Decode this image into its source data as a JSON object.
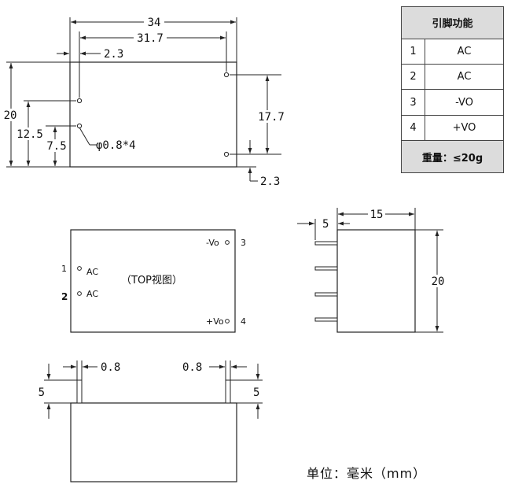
{
  "pin_table": {
    "header": "引脚功能",
    "rows": [
      {
        "pin": "1",
        "function": "AC"
      },
      {
        "pin": "2",
        "function": "AC"
      },
      {
        "pin": "3",
        "function": "-VO"
      },
      {
        "pin": "4",
        "function": "+VO"
      }
    ],
    "weight": "重量：≤20g"
  },
  "top_dims": {
    "width_total": "34",
    "pin_span_x": "31.7",
    "pin_offset_x": "2.3",
    "height_total": "20",
    "pin_height_125": "12.5",
    "pin_height_75": "7.5",
    "hole_note": "φ0.8*4",
    "pin_span_y": "17.7",
    "pin_offset_y": "2.3"
  },
  "top_view": {
    "caption": "（TOP视图）",
    "pin1_num": "1",
    "pin1_label": "AC",
    "pin2_num": "2",
    "pin2_label": "AC",
    "pin3_num": "3",
    "pin3_label": "-Vo",
    "pin4_num": "4",
    "pin4_label": "+Vo"
  },
  "side_view": {
    "pin_len": "5",
    "depth": "15",
    "height": "20"
  },
  "front_view": {
    "pin_dia_left": "0.8",
    "pin_dia_right": "0.8",
    "pin_len_left": "5",
    "pin_len_right": "5"
  },
  "unit": "单位：毫米（mm）"
}
